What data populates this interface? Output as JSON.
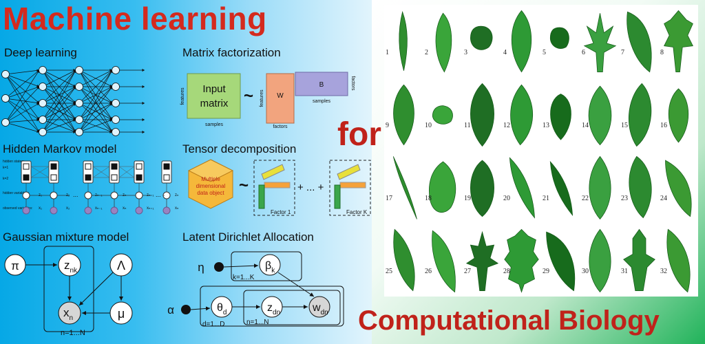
{
  "title": "Machine learning",
  "connector": "for",
  "subtitle": "Computational Biology",
  "sections": {
    "deep_learning": "Deep learning",
    "matrix_factorization": "Matrix factorization",
    "hmm": "Hidden Markov model",
    "tensor": "Tensor decomposition",
    "gmm": "Gaussian mixture model",
    "lda": "Latent Dirichlet Allocation"
  },
  "matrix": {
    "input_line1": "Input",
    "input_line2": "matrix",
    "features": "features",
    "samples": "samples",
    "tilde": "~",
    "w": "W",
    "w_features": "features",
    "w_factors": "factors",
    "b": "B",
    "b_samples": "samples",
    "b_factors": "factors"
  },
  "hmm": {
    "hidden_states": "hidden states:",
    "k1": "k=1",
    "k2": "k=2",
    "hidden_variables": "hidden variables:",
    "observed_variables": "observed variables:",
    "z1": "z₁",
    "z2": "z₂",
    "zn1": "zₙ₋₁",
    "zn": "zₙ",
    "znp1": "zₙ₊₁",
    "zN": "zₙ",
    "x1": "x₁",
    "x2": "x₂",
    "xn1": "xₙ₋₁",
    "xn": "xₙ",
    "xnp1": "xₙ₊₁",
    "xN": "xₙ",
    "dots": "..."
  },
  "tensor": {
    "cube_line1": "Multiple",
    "cube_line2": "dimensional",
    "cube_line3": "data object",
    "tilde": "~",
    "plus": "+ ... +",
    "factor1": "Factor 1",
    "factorK": "Factor K"
  },
  "gmm": {
    "pi": "π",
    "z": "z",
    "z_sub": "nk",
    "lambda": "Λ",
    "x": "x",
    "x_sub": "n",
    "mu": "μ",
    "plate": "n=1...N"
  },
  "lda": {
    "eta": "η",
    "beta": "β",
    "beta_sub": "k",
    "plate_k": "k=1...K",
    "alpha": "α",
    "theta": "θ",
    "theta_sub": "d",
    "z": "z",
    "z_sub": "dn",
    "w": "w",
    "w_sub": "dn",
    "plate_d": "d=1...D",
    "plate_n": "n=1...N"
  },
  "leaves": [
    "1",
    "2",
    "3",
    "4",
    "5",
    "6",
    "7",
    "8",
    "9",
    "10",
    "11",
    "12",
    "13",
    "14",
    "15",
    "16",
    "17",
    "18",
    "19",
    "20",
    "21",
    "22",
    "23",
    "24",
    "25",
    "26",
    "27",
    "28",
    "29",
    "30",
    "31",
    "32"
  ],
  "colors": {
    "title_red": "#d42a1e",
    "input_matrix": "#a6d87a",
    "w_box": "#f2a47e",
    "b_box": "#a7a3dc",
    "cube": "#f5b83a",
    "observed": "#9a82c0",
    "leaf_green": "#2e9a35"
  }
}
